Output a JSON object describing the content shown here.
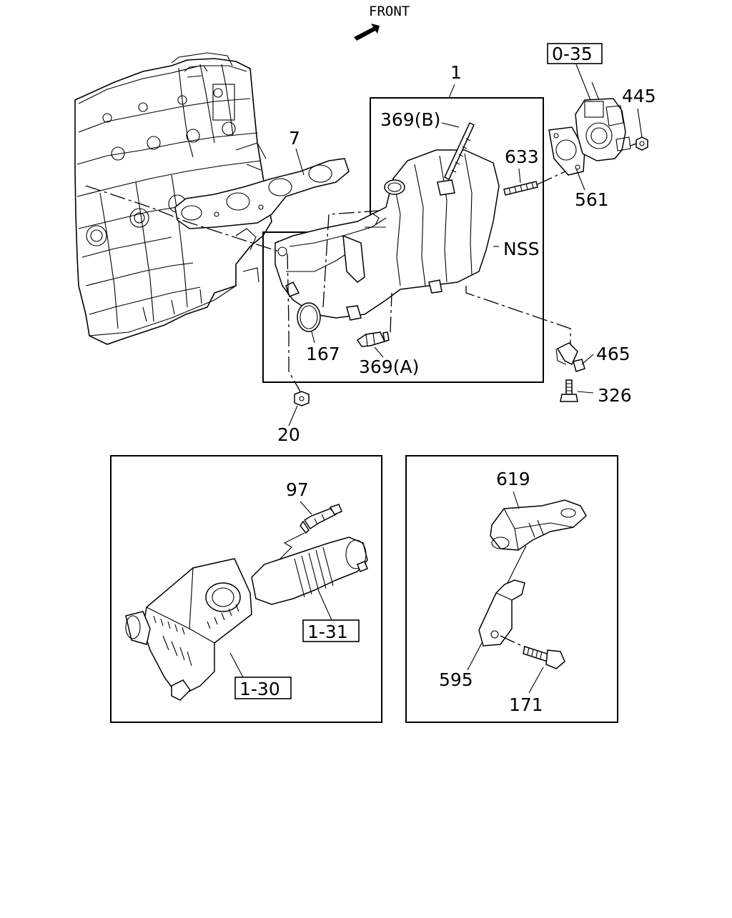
{
  "diagram": {
    "direction": {
      "text": "FRONT"
    },
    "callouts": [
      {
        "id": "c1",
        "text": "1"
      },
      {
        "id": "c7",
        "text": "7"
      },
      {
        "id": "c369b",
        "text": "369(B)"
      },
      {
        "id": "c633",
        "text": "633"
      },
      {
        "id": "c561",
        "text": "561"
      },
      {
        "id": "c445",
        "text": "445"
      },
      {
        "id": "cnss",
        "text": "NSS"
      },
      {
        "id": "c167",
        "text": "167"
      },
      {
        "id": "c369a",
        "text": "369(A)"
      },
      {
        "id": "c465",
        "text": "465"
      },
      {
        "id": "c326",
        "text": "326"
      },
      {
        "id": "c20",
        "text": "20"
      },
      {
        "id": "c97",
        "text": "97"
      },
      {
        "id": "c619",
        "text": "619"
      },
      {
        "id": "c595",
        "text": "595"
      },
      {
        "id": "c171",
        "text": "171"
      }
    ],
    "references": [
      {
        "id": "r035",
        "text": "0-35"
      },
      {
        "id": "r131",
        "text": "1-31"
      },
      {
        "id": "r130",
        "text": "1-30"
      }
    ]
  }
}
